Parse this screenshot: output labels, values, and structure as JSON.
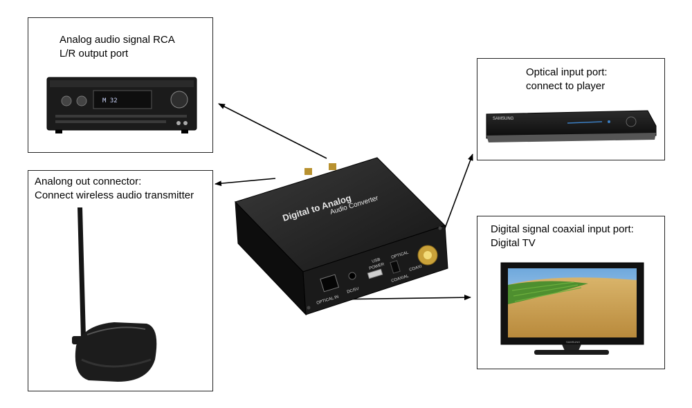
{
  "panels": {
    "receiver": {
      "line1": "Analog audio signal RCA",
      "line2": "L/R output port"
    },
    "transmitter": {
      "line1": "Analong out connector:",
      "line2": "Connect wireless audio transmitter"
    },
    "player": {
      "line1": "Optical input port:",
      "line2": "connect to player"
    },
    "tv": {
      "line1": "Digital signal coaxial input port:",
      "line2": "Digital TV"
    }
  },
  "converter": {
    "title": "Digital to Analog",
    "subtitle": "Audio Converter",
    "optical_in": "OPTICAL IN",
    "dc_5v": "DC/5V",
    "usb": "USB",
    "power": "POWER",
    "optical": "OPTICAL",
    "coaxial": "COAXIAL",
    "coaxial_port": "COAXI"
  },
  "devices": {
    "player_brand": "SAMSUNG",
    "tv_brand": "SAMSUNG"
  },
  "icons": {
    "receiver": "av-receiver-icon",
    "transmitter": "wireless-transmitter-icon",
    "player": "blu-ray-player-icon",
    "tv": "television-icon",
    "converter": "audio-converter-icon"
  }
}
